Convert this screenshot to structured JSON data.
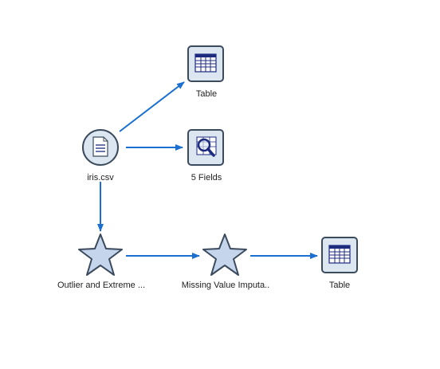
{
  "colors": {
    "arrow": "#1a6fd0",
    "node_fill": "#dce6f1",
    "node_stroke": "#3b4a5c",
    "icon_dark": "#1c2a80",
    "star_fill": "#c5d5ec",
    "star_stroke": "#3b4a5c"
  },
  "nodes": {
    "iris": {
      "label": "iris.csv",
      "icon": "csv-file-icon"
    },
    "table1": {
      "label": "Table",
      "icon": "table-icon"
    },
    "fields": {
      "label": "5 Fields",
      "icon": "data-audit-icon"
    },
    "outlier": {
      "label": "Outlier and Extreme ...",
      "icon": "star-supernode-icon"
    },
    "missing": {
      "label": "Missing Value Imputa..",
      "icon": "star-supernode-icon"
    },
    "table2": {
      "label": "Table",
      "icon": "table-icon"
    }
  }
}
